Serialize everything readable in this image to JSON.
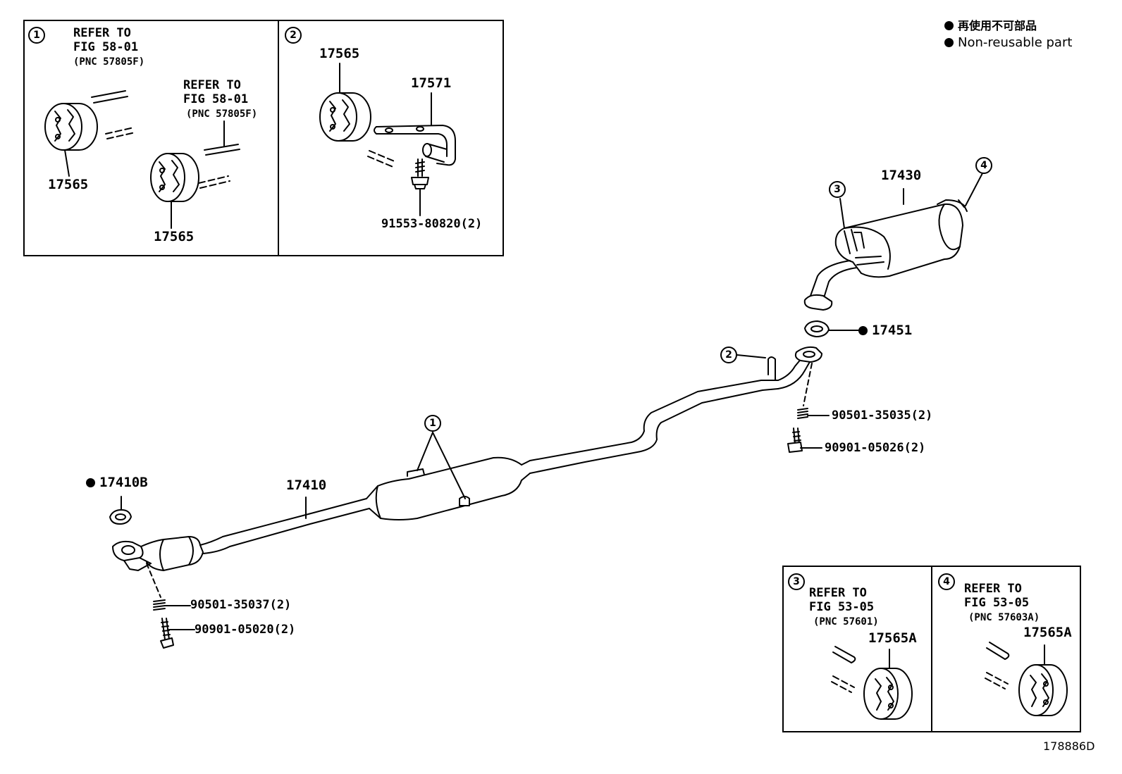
{
  "legend": {
    "line_jp": "再使用不可部品",
    "line_en": "Non-reusable part"
  },
  "diagram_id": "178886D",
  "callouts": {
    "c1": "1",
    "c2": "2",
    "c3": "3",
    "c4": "4"
  },
  "inset1": {
    "refer_a": "REFER TO",
    "fig_a": "FIG 58-01",
    "pnc_a": "(PNC 57805F)",
    "refer_b": "REFER TO",
    "fig_b": "FIG 58-01",
    "pnc_b": "(PNC 57805F)",
    "part_a": "17565",
    "part_b": "17565"
  },
  "inset2": {
    "part_hanger": "17565",
    "part_bracket": "17571",
    "part_bolt": "91553-80820(2)"
  },
  "inset3": {
    "refer": "REFER TO",
    "fig": "FIG 53-05",
    "pnc": "(PNC 57601)",
    "part": "17565A"
  },
  "inset4": {
    "refer": "REFER TO",
    "fig": "FIG 53-05",
    "pnc": "(PNC 57603A)",
    "part": "17565A"
  },
  "main": {
    "muffler": "17430",
    "gasket_rear": "17451",
    "spring_rear": "90501-35035(2)",
    "bolt_rear": "90901-05026(2)",
    "gasket_front": "17410B",
    "pipe": "17410",
    "spring_front": "90501-35037(2)",
    "bolt_front": "90901-05020(2)"
  }
}
